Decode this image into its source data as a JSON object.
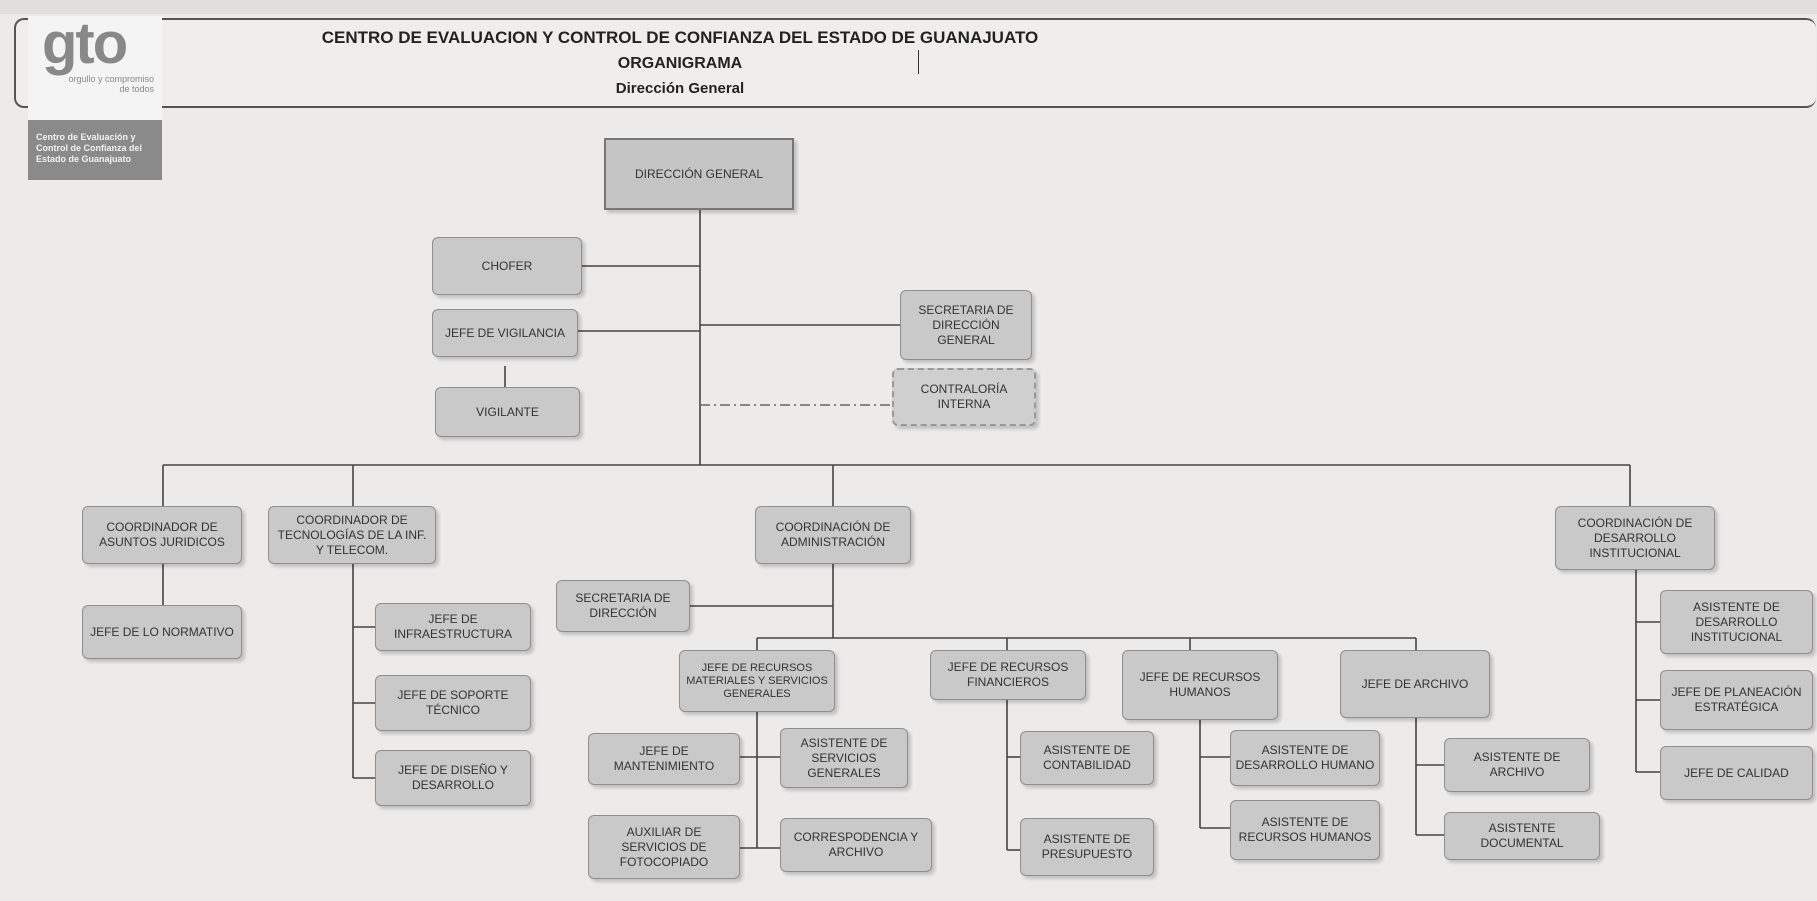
{
  "header": {
    "title": "CENTRO DE EVALUACION Y CONTROL DE CONFIANZA DEL ESTADO DE GUANAJUATO",
    "subtitle": "ORGANIGRAMA",
    "section": "Dirección General"
  },
  "logo": {
    "mark": "gto",
    "tagline": "orgullo y compromiso de todos",
    "center_name": "Centro de Evaluación y Control de Confianza del Estado de Guanajuato"
  },
  "nodes": {
    "direccion_general": "DIRECCIÓN GENERAL",
    "chofer": "CHOFER",
    "jefe_vigilancia": "JEFE DE VIGILANCIA",
    "vigilante": "VIGILANTE",
    "secretaria_direccion_general": "SECRETARIA DE DIRECCIÓN GENERAL",
    "contraloria_interna": "CONTRALORÍA INTERNA",
    "coord_juridicos": "COORDINADOR DE ASUNTOS JURIDICOS",
    "jefe_normativo": "JEFE DE LO NORMATIVO",
    "coord_tecnologias": "COORDINADOR DE TECNOLOGÍAS DE LA INF. Y TELECOM.",
    "jefe_infraestructura": "JEFE DE INFRAESTRUCTURA",
    "jefe_soporte": "JEFE DE SOPORTE TÉCNICO",
    "jefe_diseno": "JEFE DE DISEÑO Y DESARROLLO",
    "coord_administracion": "COORDINACIÓN DE ADMINISTRACIÓN",
    "secretaria_direccion": "SECRETARIA DE DIRECCIÓN",
    "jefe_recursos_materiales": "JEFE DE RECURSOS MATERIALES Y SERVICIOS GENERALES",
    "jefe_mantenimiento": "JEFE DE MANTENIMIENTO",
    "asistente_servicios_generales": "ASISTENTE DE SERVICIOS GENERALES",
    "auxiliar_fotocopiado": "AUXILIAR DE SERVICIOS DE FOTOCOPIADO",
    "correspondencia_archivo": "CORRESPODENCIA Y ARCHIVO",
    "jefe_recursos_financieros": "JEFE DE RECURSOS FINANCIEROS",
    "asistente_contabilidad": "ASISTENTE DE CONTABILIDAD",
    "asistente_presupuesto": "ASISTENTE DE PRESUPUESTO",
    "jefe_recursos_humanos": "JEFE DE RECURSOS HUMANOS",
    "asistente_desarrollo_humano": "ASISTENTE DE DESARROLLO HUMANO",
    "asistente_recursos_humanos": "ASISTENTE DE RECURSOS HUMANOS",
    "jefe_archivo": "JEFE DE ARCHIVO",
    "asistente_archivo": "ASISTENTE DE ARCHIVO",
    "asistente_documental": "ASISTENTE DOCUMENTAL",
    "coord_desarrollo_institucional": "COORDINACIÓN DE DESARROLLO INSTITUCIONAL",
    "asistente_desarrollo_institucional": "ASISTENTE DE DESARROLLO INSTITUCIONAL",
    "jefe_planeacion": "JEFE DE PLANEACIÓN ESTRATÉGICA",
    "jefe_calidad": "JEFE DE CALIDAD"
  },
  "colors": {
    "node_fill": "#c9c9c9",
    "line": "#444444",
    "background": "#ecebea"
  }
}
